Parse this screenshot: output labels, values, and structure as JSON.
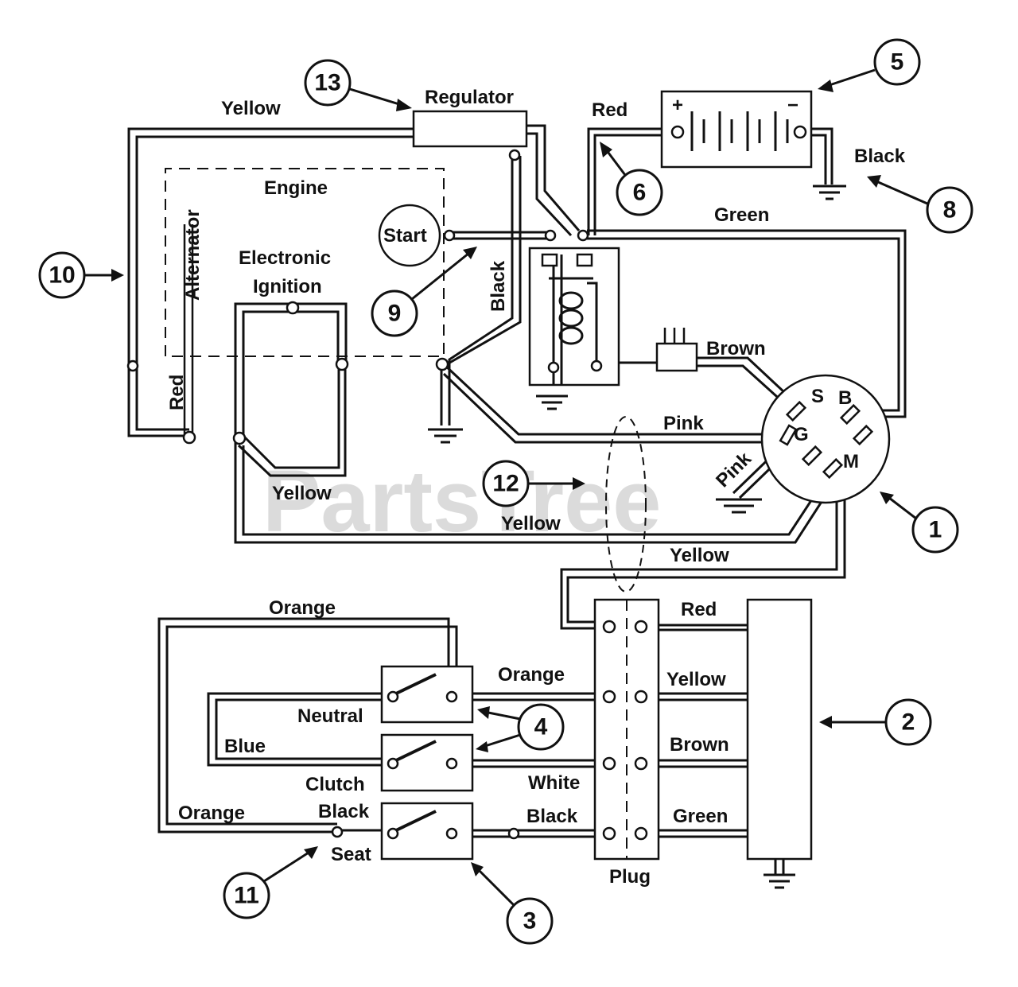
{
  "watermark": "PartsTree",
  "components": {
    "regulator": "Regulator",
    "engine": "Engine",
    "alternator": "Alternator",
    "start": "Start",
    "electronic": "Electronic",
    "ignition": "Ignition",
    "plug": "Plug",
    "neutral": "Neutral",
    "clutch": "Clutch",
    "seat": "Seat",
    "battery_plus": "+",
    "battery_minus": "−"
  },
  "switch_terminals": {
    "s": "S",
    "b": "B",
    "g": "G",
    "m": "M"
  },
  "wires": {
    "yellow_top": "Yellow",
    "red_battery": "Red",
    "black_battery": "Black",
    "green_top": "Green",
    "black_vertical": "Black",
    "red_alternator": "Red",
    "brown_solenoid": "Brown",
    "pink": "Pink",
    "pink_ground": "Pink",
    "yellow_ignition": "Yellow",
    "yellow_loop": "Yellow",
    "yellow_switch": "Yellow",
    "orange_top": "Orange",
    "red_plug": "Red",
    "orange_neutral": "Orange",
    "yellow_plug": "Yellow",
    "blue": "Blue",
    "brown_plug": "Brown",
    "white": "White",
    "orange_seat": "Orange",
    "black_seat_left": "Black",
    "black_seat_right": "Black",
    "green_plug": "Green"
  },
  "callouts": [
    "1",
    "2",
    "3",
    "4",
    "5",
    "6",
    "8",
    "9",
    "10",
    "11",
    "12",
    "13"
  ]
}
